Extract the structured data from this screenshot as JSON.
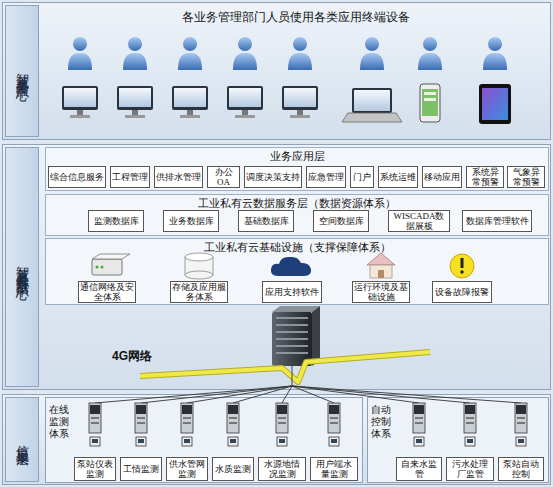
{
  "diagram": {
    "nodes": [
      {
        "text": [
          "智慧水务管控中心",
          "各业务管理部门人员使用各类应用终端设备"
        ]
      },
      {
        "text": [
          "智慧水务私有云数据中心"
        ]
      },
      {
        "text": [
          "业务应用层"
        ],
        "in": 1
      },
      {
        "text": [
          "综合信息服务"
        ],
        "in": 2
      },
      {
        "text": [
          "工程管理"
        ],
        "in": 2
      },
      {
        "text": [
          "供排水管理"
        ],
        "in": 2
      },
      {
        "text": [
          "办公OA"
        ],
        "in": 2
      },
      {
        "text": [
          "调度决策支持"
        ],
        "in": 2
      },
      {
        "text": [
          "应急管理"
        ],
        "in": 2
      },
      {
        "text": [
          "门户"
        ],
        "in": 2
      },
      {
        "text": [
          "系统运维"
        ],
        "in": 2
      },
      {
        "text": [
          "移动应用"
        ],
        "in": 2
      },
      {
        "text": [
          "系统异常预警"
        ],
        "in": 2
      },
      {
        "text": [
          "气象异常预警"
        ],
        "in": 2
      },
      {
        "text": [
          "工业私有云数据服务层（数据资源体系）"
        ],
        "in": 1
      },
      {
        "text": [
          "监测数据库"
        ],
        "in": 14
      },
      {
        "text": [
          "业务数据库"
        ],
        "in": 14
      },
      {
        "text": [
          "基础数据库"
        ],
        "in": 14
      },
      {
        "text": [
          "空间数据库"
        ],
        "in": 14
      },
      {
        "text": [
          "WISCADA数据展板"
        ],
        "in": 14
      },
      {
        "text": [
          "数据库管理软件"
        ],
        "in": 14
      },
      {
        "text": [
          "工业私有云基础设施（支撑保障体系）"
        ],
        "in": 1
      },
      {
        "text": [
          "通信网络及安全体系"
        ],
        "in": 21
      },
      {
        "text": [
          "存储及应用服务体系"
        ],
        "in": 21
      },
      {
        "text": [
          "应用支持软件"
        ],
        "in": 21
      },
      {
        "text": [
          "运行环境及基础设施"
        ],
        "in": 21
      },
      {
        "text": [
          "设备故障报警"
        ],
        "in": 21
      },
      {
        "text": [
          "信息采集层"
        ]
      },
      {
        "text": [
          "在线监测体系"
        ],
        "in": 27
      },
      {
        "text": [
          "泵站仪表监测"
        ],
        "in": 28
      },
      {
        "text": [
          "工情监测"
        ],
        "in": 28
      },
      {
        "text": [
          "供水管网监测"
        ],
        "in": 28
      },
      {
        "text": [
          "水质监测"
        ],
        "in": 28
      },
      {
        "text": [
          "水源地情况监测"
        ],
        "in": 28
      },
      {
        "text": [
          "用户端水量监测"
        ],
        "in": 28
      },
      {
        "text": [
          "自动控制体系"
        ],
        "in": 27
      },
      {
        "text": [
          "自来水监管"
        ],
        "in": 35
      },
      {
        "text": [
          "污水处理厂监管"
        ],
        "in": 35
      },
      {
        "text": [
          "泵站自动控制"
        ],
        "in": 35
      }
    ],
    "labels": [
      "4G网络"
    ]
  }
}
